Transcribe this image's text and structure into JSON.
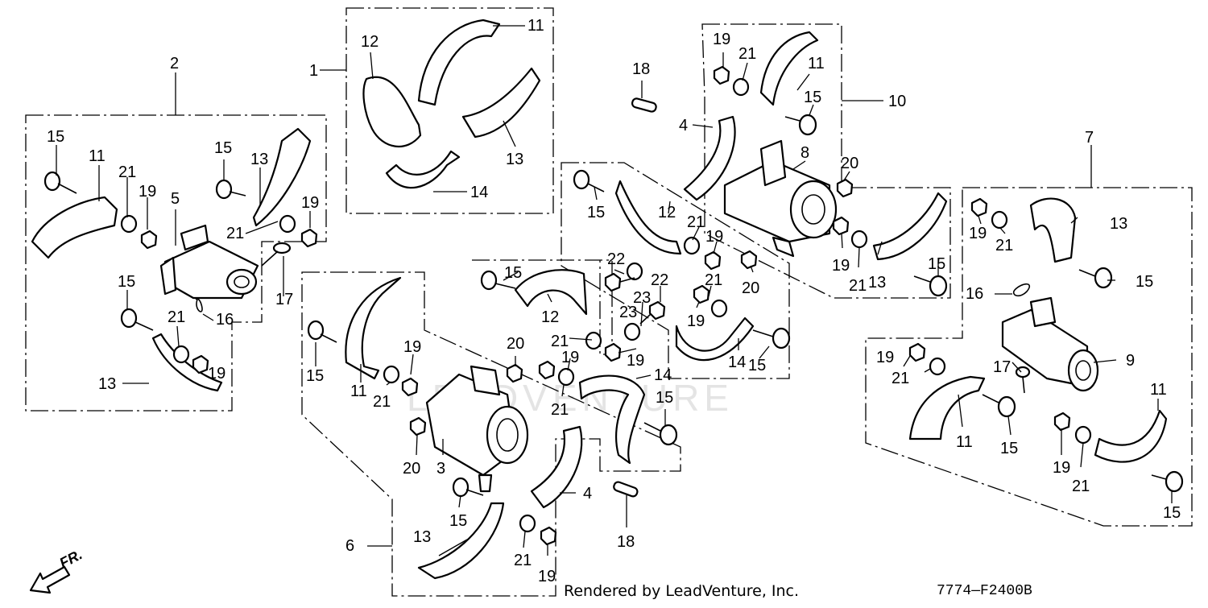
{
  "diagram": {
    "part_numbers": [
      "1",
      "2",
      "3",
      "4",
      "5",
      "6",
      "7",
      "8",
      "9",
      "10",
      "11",
      "12",
      "13",
      "14",
      "15",
      "16",
      "17",
      "18",
      "19",
      "20",
      "21",
      "22",
      "23"
    ],
    "watermark": "LEADVENTURE",
    "direction_label": "FR.",
    "credit": "Rendered by LeadVenture, Inc.",
    "drawing_code": "7774—F2400B"
  }
}
